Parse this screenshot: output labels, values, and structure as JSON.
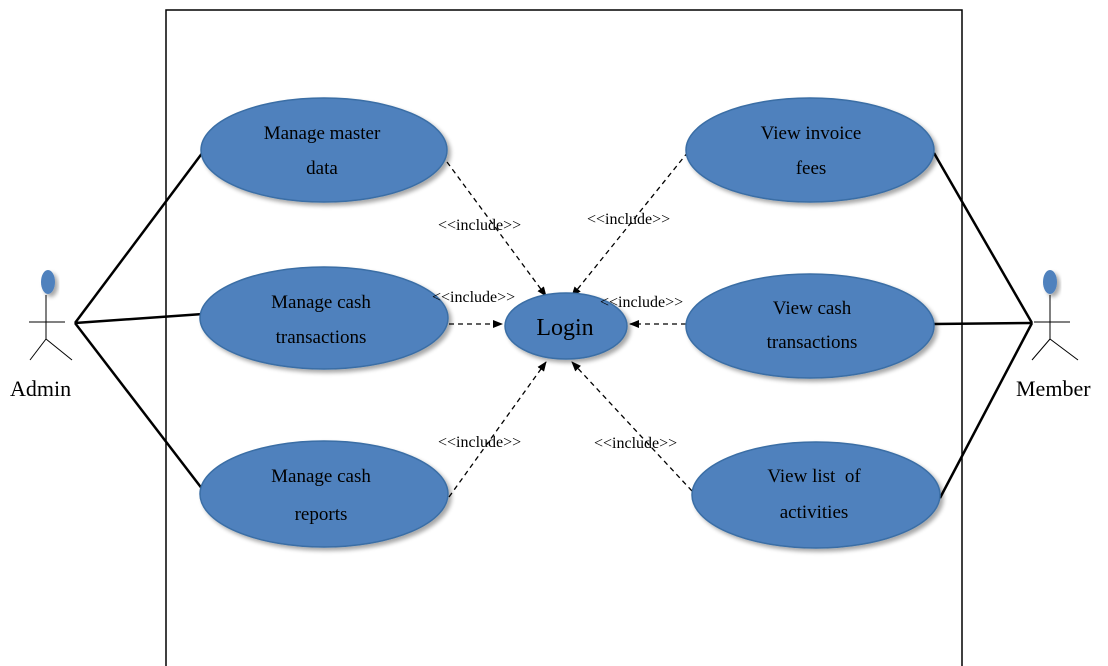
{
  "diagram": {
    "actors": {
      "admin": {
        "label": "Admin"
      },
      "member": {
        "label": "Member"
      }
    },
    "use_cases": {
      "login": {
        "label": "Login"
      },
      "manage_master_data": {
        "line1": "Manage master",
        "line2": "data"
      },
      "manage_cash_transactions": {
        "line1": "Manage cash",
        "line2": "transactions"
      },
      "manage_cash_reports": {
        "line1": "Manage cash",
        "line2": "reports"
      },
      "view_invoice_fees": {
        "line1": "View invoice",
        "line2": "fees"
      },
      "view_cash_transactions": {
        "line1": "View cash",
        "line2": "transactions"
      },
      "view_list_of_activities": {
        "line1": "View list  of",
        "line2": "activities"
      }
    },
    "relationship_label": "<<include>>",
    "colors": {
      "use_case_fill": "#4f81bd",
      "use_case_stroke": "#3a6ea5",
      "actor_head": "#4f81bd",
      "lines": "#000000"
    }
  }
}
